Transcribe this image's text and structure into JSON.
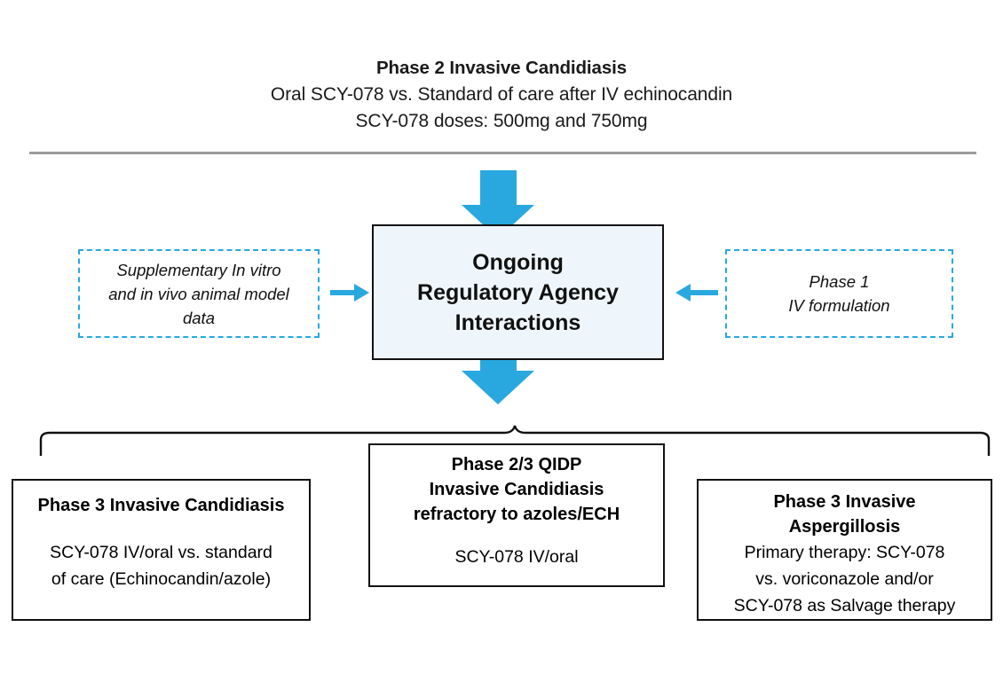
{
  "header": {
    "title": "Phase 2 Invasive Candidiasis",
    "subtitle_1": "Oral SCY-078 vs. Standard of care after IV echinocandin",
    "subtitle_2": "SCY-078 doses: 500mg and 750mg"
  },
  "center_hub": {
    "line_1": "Ongoing",
    "line_2": "Regulatory Agency",
    "line_3": "Interactions"
  },
  "left_input": {
    "line_1": "Supplementary In vitro",
    "line_2": "and in vivo animal model",
    "line_3": "data"
  },
  "right_input": {
    "line_1": "Phase 1",
    "line_2": "IV formulation"
  },
  "outputs": {
    "left": {
      "title": "Phase 3 Invasive Candidiasis",
      "body_1": "SCY-078 IV/oral vs. standard",
      "body_2": "of care (Echinocandin/azole)"
    },
    "center": {
      "title_1": "Phase 2/3 QIDP",
      "title_2": "Invasive Candidiasis",
      "title_3": "refractory to azoles/ECH",
      "body_1": "SCY-078 IV/oral"
    },
    "right": {
      "title_1": "Phase 3 Invasive",
      "title_2": "Aspergillosis",
      "body_1": "Primary therapy: SCY-078",
      "body_2": "vs. voriconazole  and/or",
      "body_3": "SCY-078 as Salvage therapy"
    }
  },
  "icons": {
    "arrow_down_top": "thick-down-arrow-icon",
    "arrow_down_bottom": "thick-down-arrow-icon",
    "arrow_right": "right-arrow-icon",
    "arrow_left": "left-arrow-icon",
    "bracket": "brace-connector-icon"
  },
  "colors": {
    "accent_blue": "#29a8df",
    "hub_fill": "#eff6fb",
    "divider_gray": "#9b9b9b",
    "box_border": "#111111"
  }
}
